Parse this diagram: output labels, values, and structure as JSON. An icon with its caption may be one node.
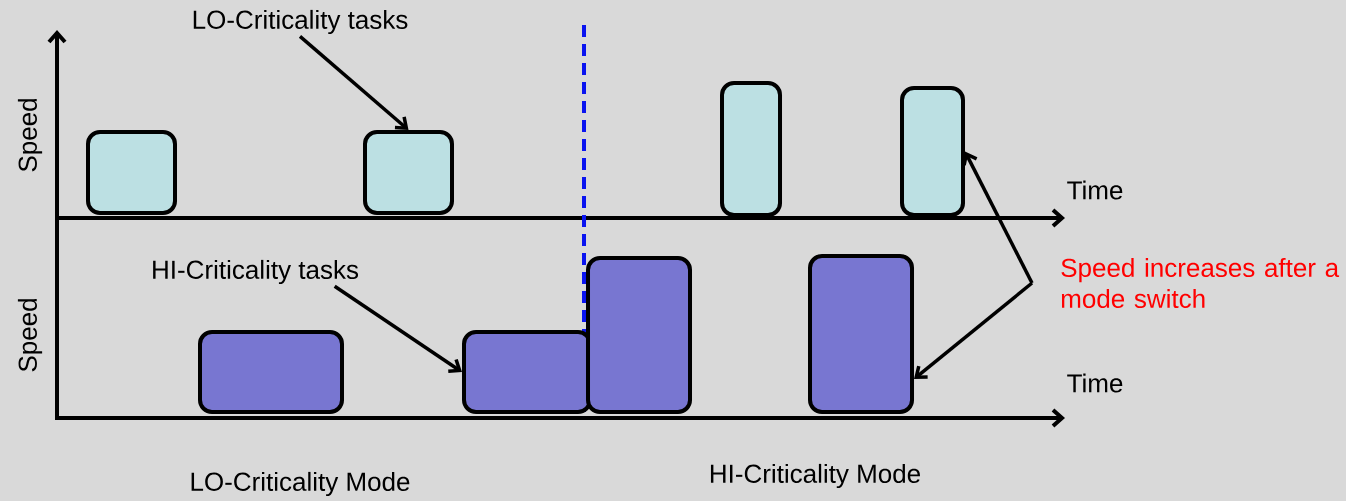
{
  "diagram": {
    "nodes": [
      {
        "text": [
          "LO-Criticality tasks"
        ]
      },
      {
        "text": [
          "HI-Criticality tasks"
        ]
      },
      {
        "text": [
          "Speed increases after a mode switch"
        ]
      },
      {
        "text": [],
        "shape": "box"
      },
      {
        "text": [],
        "shape": "box"
      },
      {
        "text": [],
        "shape": "box"
      },
      {
        "text": [],
        "shape": "box"
      },
      {
        "text": [],
        "shape": "box"
      },
      {
        "text": [],
        "shape": "box"
      },
      {
        "text": [],
        "shape": "box"
      },
      {
        "text": [],
        "shape": "box"
      }
    ],
    "edges": [
      {
        "from": 0,
        "to": 4,
        "arrow": "to"
      },
      {
        "from": 1,
        "to": 8,
        "arrow": "to"
      },
      {
        "from": 2,
        "to": 6,
        "arrow": "to"
      },
      {
        "from": 2,
        "to": 10,
        "arrow": "to"
      }
    ],
    "labels": [
      "Speed",
      "Time",
      "Speed",
      "Time",
      "LO-Criticality Mode",
      "HI-Criticality Mode"
    ]
  }
}
